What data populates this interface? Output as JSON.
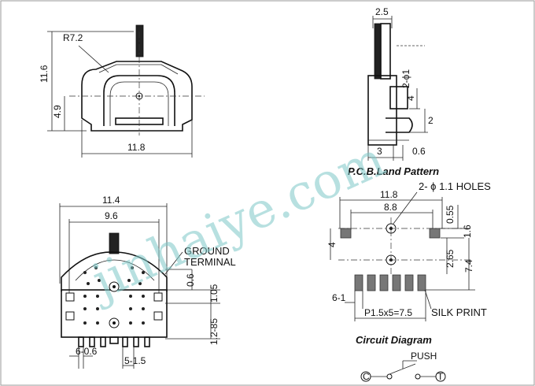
{
  "views": {
    "front": {
      "radius": "R7.2",
      "height": "11.6",
      "axis_height": "4.9",
      "width": "11.8"
    },
    "side": {
      "top_width": "2.5",
      "hole_spec": "2-ϕ1",
      "dim_4": "4",
      "dim_2": "2",
      "dim_3": "3",
      "dim_06": "0.6"
    },
    "pcb": {
      "title": "P.C.B.Land Pattern",
      "holes": "2- ϕ 1.1 HOLES",
      "width_118": "11.8",
      "width_88": "8.8",
      "dim_055": "0.55",
      "dim_16": "1.6",
      "dim_4": "4",
      "dim_265": "2.65",
      "dim_74": "7.4",
      "dim_61": "6-1",
      "pitch": "P1.5x5=7.5",
      "silk": "SILK PRINT"
    },
    "bottom": {
      "width_114": "11.4",
      "width_96": "9.6",
      "ground": "GROUND",
      "terminal": "TERMINAL",
      "dim_06": "0.6",
      "dim_105": "1.05",
      "dim_1285": "1.2-85",
      "dim_606": "6-0.6",
      "dim_515": "5-1.5"
    },
    "circuit": {
      "title": "Circuit Diagram",
      "push": "PUSH",
      "node_c": "C",
      "node_t": "T"
    }
  },
  "watermark": "jinhaiye.com"
}
